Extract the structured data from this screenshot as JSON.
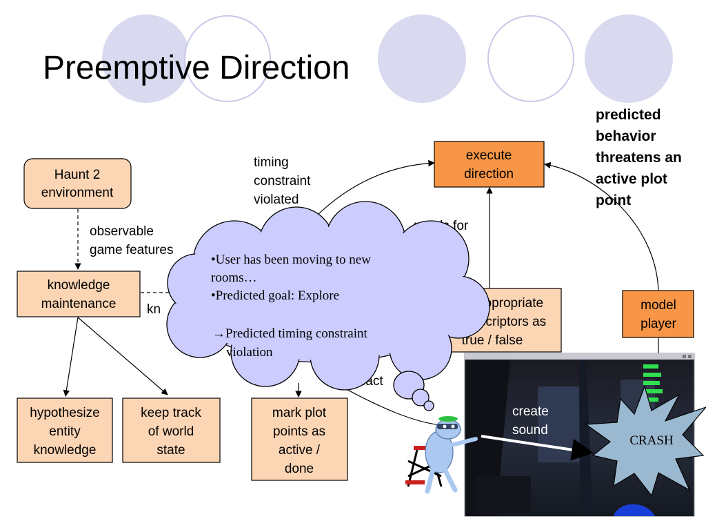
{
  "slide": {
    "title": "Preemptive Direction"
  },
  "nodes": {
    "haunt": [
      "Haunt 2",
      "environment"
    ],
    "knowledge": [
      "knowledge",
      "maintenance"
    ],
    "hypothesize": [
      "hypothesize",
      "entity",
      "knowledge"
    ],
    "keep_track": [
      "keep track",
      "of world",
      "state"
    ],
    "mark_plot": [
      "mark plot",
      "points as",
      "active /",
      "done"
    ],
    "descriptors": [
      "appropriate",
      "descriptors as",
      "true / false"
    ],
    "execute": [
      "execute",
      "direction"
    ],
    "model_player": [
      "model",
      "player"
    ]
  },
  "labels": {
    "observable": [
      "observable",
      "game features"
    ],
    "timing": [
      "timing",
      "constraint",
      "violated"
    ],
    "needs_for": "needs for",
    "kn": "kn",
    "fact": "fact",
    "create_sound": [
      "create",
      "sound"
    ]
  },
  "callout": {
    "predicted_behavior": [
      "predicted",
      "behavior",
      "threatens an",
      "active plot",
      "point"
    ]
  },
  "thought_bubble": {
    "line1": "•User has been moving to new",
    "line2": "rooms…",
    "line3": "•Predicted goal: Explore",
    "line4": "Predicted timing constraint",
    "line5": "violation",
    "arrow_glyph": "→"
  },
  "burst": {
    "label": "CRASH"
  },
  "colors": {
    "circle_fill": "#d9d9f0",
    "circle_stroke": "#c8c8e8",
    "box_tan": "#fcd5b4",
    "box_orange": "#f79646",
    "cloud_fill": "#ccccff",
    "burst_fill": "#9ab8d0"
  }
}
